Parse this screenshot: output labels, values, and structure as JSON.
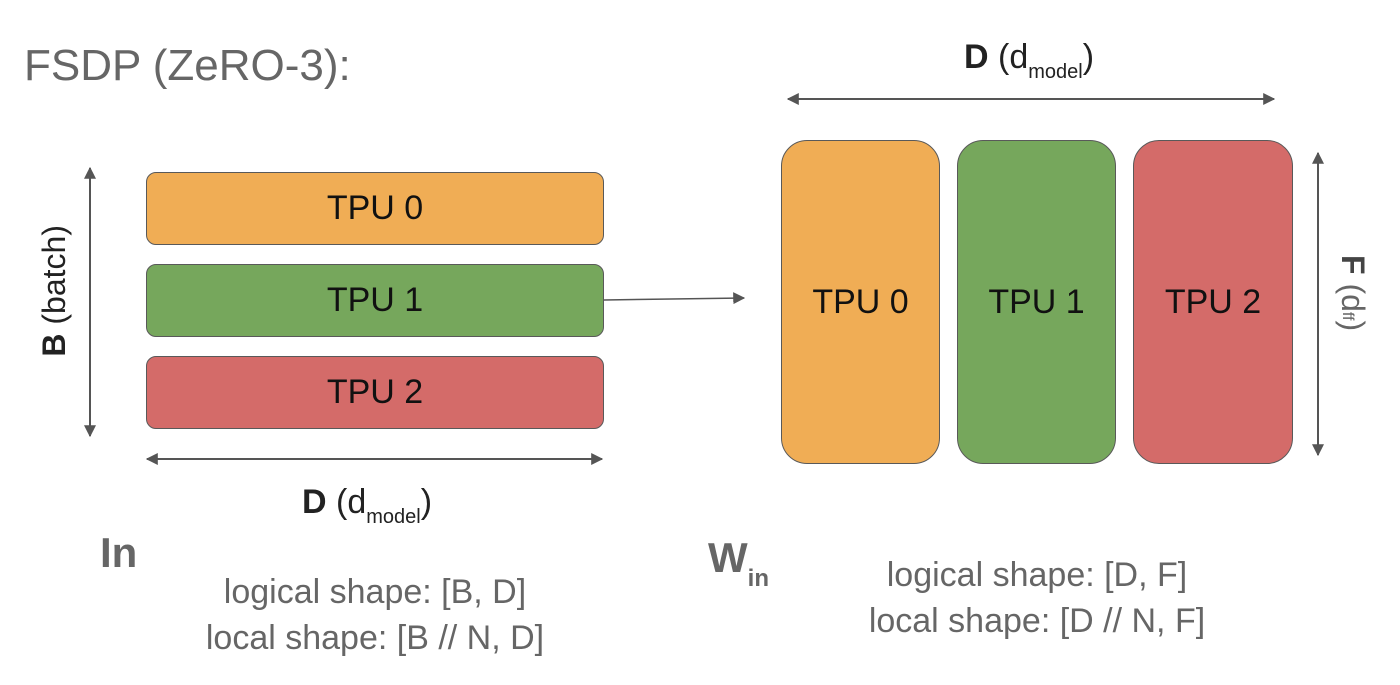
{
  "title": "FSDP (ZeRO-3):",
  "input": {
    "name": "In",
    "blocks": [
      "TPU 0",
      "TPU 1",
      "TPU 2"
    ],
    "batch_axis": {
      "bold": "B",
      "rest": "(batch)"
    },
    "dim_axis": {
      "bold": "D",
      "open": "(d",
      "sub": "model",
      "close": ")"
    },
    "logical_shape": "logical shape: [B, D]",
    "local_shape": "local shape: [B // N, D]"
  },
  "weight": {
    "name_main": "W",
    "name_sub": "in",
    "blocks": [
      "TPU 0",
      "TPU 1",
      "TPU 2"
    ],
    "dim_axis": {
      "bold": "D",
      "open": "(d",
      "sub": "model",
      "close": ")"
    },
    "ff_axis": {
      "bold": "F",
      "open": "(d",
      "sub": "ff",
      "close": ")"
    },
    "logical_shape": "logical shape: [D, F]",
    "local_shape": "local shape: [D // N, F]"
  },
  "colors": {
    "tpu0": "#f0ad55",
    "tpu1": "#76a75c",
    "tpu2": "#d46b69",
    "border": "#595959"
  }
}
